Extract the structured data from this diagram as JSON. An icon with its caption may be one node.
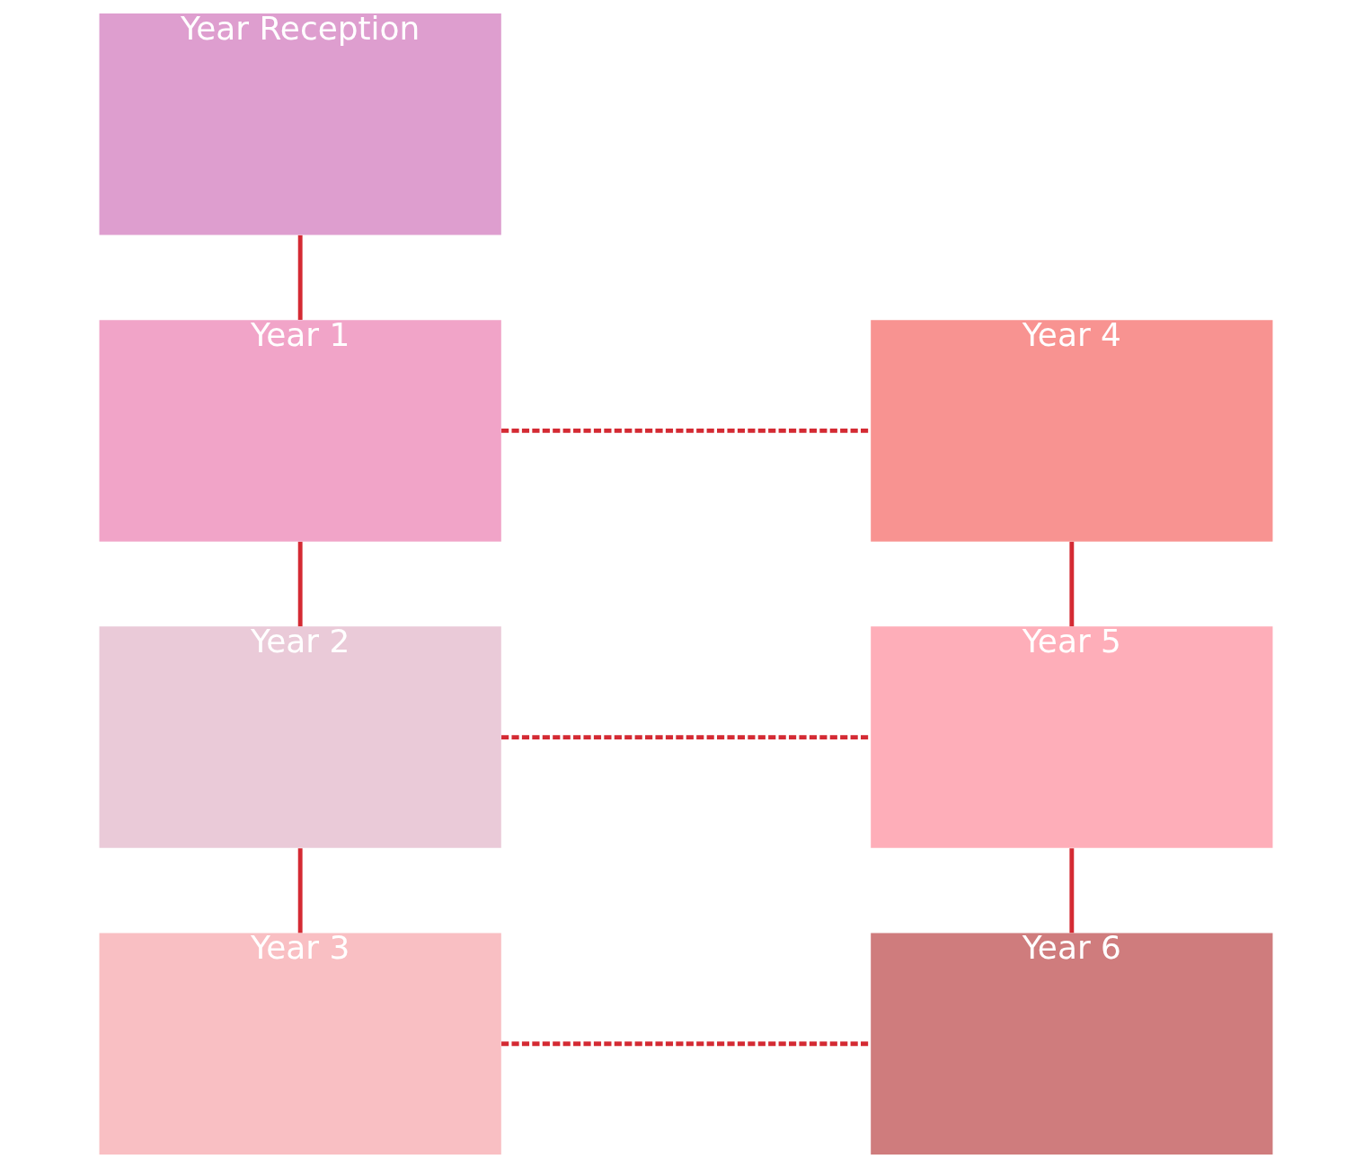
{
  "diagram": {
    "nodes": [
      {
        "text": [
          "Year Reception"
        ]
      },
      {
        "text": [
          "Year 1"
        ]
      },
      {
        "text": [
          "Year 2"
        ]
      },
      {
        "text": [
          "Year 3"
        ]
      },
      {
        "text": [
          "Year 4"
        ]
      },
      {
        "text": [
          "Year 5"
        ]
      },
      {
        "text": [
          "Year 6"
        ]
      }
    ],
    "edges": [
      {
        "from": 0,
        "to": 1,
        "arrow": "none"
      },
      {
        "from": 1,
        "to": 2,
        "arrow": "none"
      },
      {
        "from": 2,
        "to": 3,
        "arrow": "none"
      },
      {
        "from": 1,
        "to": 4,
        "arrow": "none",
        "style": "dashed"
      },
      {
        "from": 4,
        "to": 5,
        "arrow": "none"
      },
      {
        "from": 2,
        "to": 5,
        "arrow": "none",
        "style": "dashed"
      },
      {
        "from": 5,
        "to": 6,
        "arrow": "none"
      },
      {
        "from": 3,
        "to": 6,
        "arrow": "none",
        "style": "dashed"
      }
    ]
  }
}
